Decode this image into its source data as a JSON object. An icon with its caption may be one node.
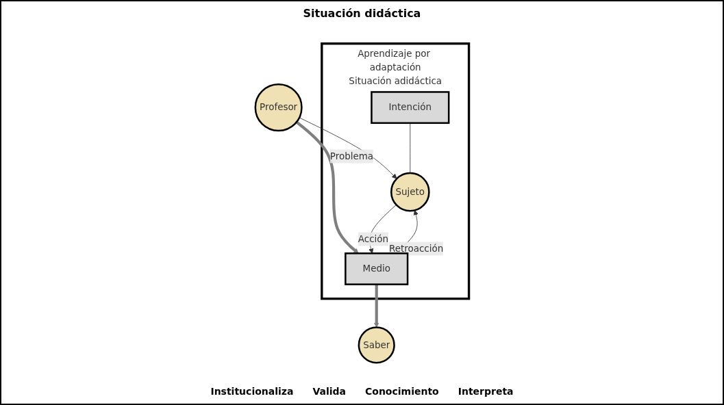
{
  "diagram": {
    "title": "Situación didáctica",
    "nodes": [
      {
        "text": [
          "Aprendizaje por adaptación",
          "Situación adidáctica"
        ]
      },
      {
        "text": [
          "Profesor"
        ]
      },
      {
        "text": [
          "Saber"
        ]
      },
      {
        "text": [
          "Intención"
        ],
        "in": 0
      },
      {
        "text": [
          "Sujeto"
        ],
        "in": 0
      },
      {
        "text": [
          "Medio"
        ],
        "in": 0
      }
    ],
    "edges": [
      {
        "from": 1,
        "to": 5,
        "arrow": "to",
        "style": "thick",
        "color": "#7f7f7f"
      },
      {
        "from": 5,
        "to": 2,
        "arrow": "to",
        "style": "thick",
        "color": "#7f7f7f"
      },
      {
        "from": 1,
        "to": 4,
        "arrow": "to",
        "label": "Problema"
      },
      {
        "from": 3,
        "to": 4,
        "arrow": "none"
      },
      {
        "from": 4,
        "to": 5,
        "arrow": "to",
        "label": "Acción"
      },
      {
        "from": 5,
        "to": 4,
        "arrow": "to",
        "label": "Retroacción"
      }
    ],
    "labels": [
      "Institucionaliza",
      "Valida",
      "Conocimiento",
      "Interpreta"
    ]
  }
}
